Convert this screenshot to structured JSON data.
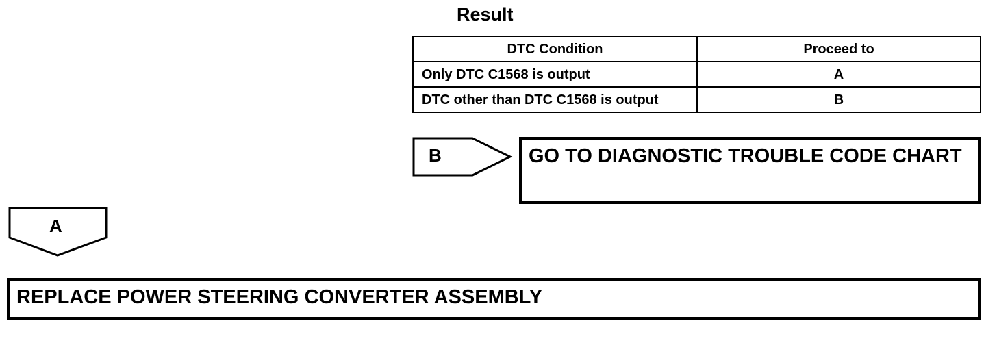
{
  "result": {
    "heading": "Result",
    "columns": [
      "DTC Condition",
      "Proceed to"
    ],
    "rows": [
      {
        "condition": "Only DTC C1568 is output",
        "proceed": "A"
      },
      {
        "condition": "DTC other than DTC C1568 is output",
        "proceed": "B"
      }
    ]
  },
  "branch_b": {
    "label": "B",
    "action": "GO TO DIAGNOSTIC TROUBLE CODE CHART"
  },
  "branch_a": {
    "label": "A",
    "action": "REPLACE POWER STEERING CONVERTER ASSEMBLY"
  }
}
